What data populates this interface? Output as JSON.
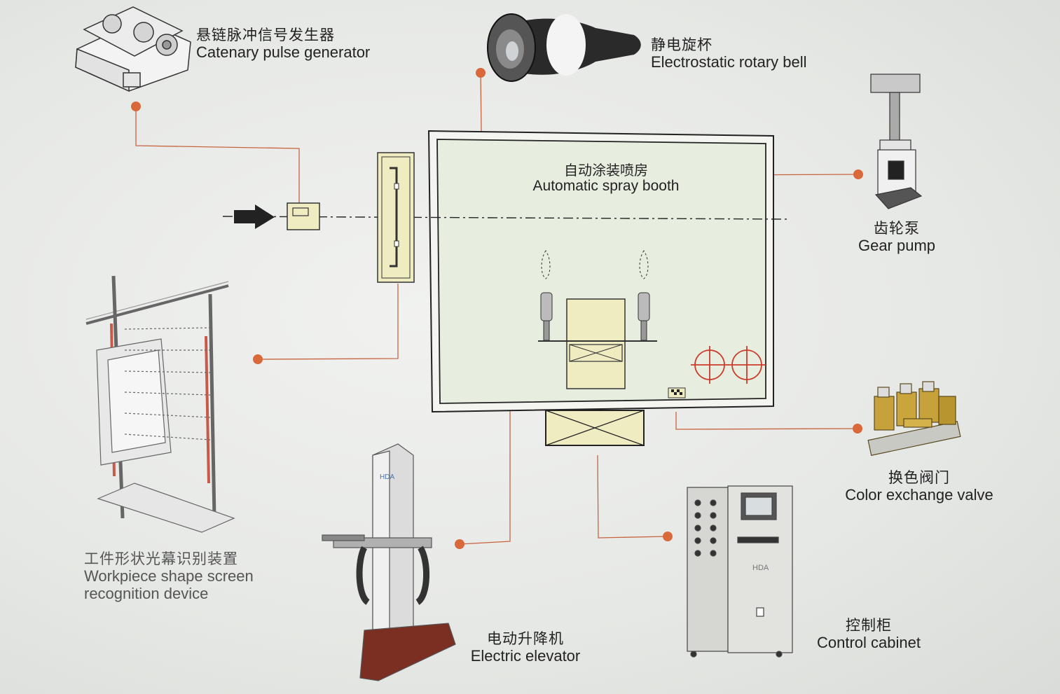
{
  "colors": {
    "booth_fill": "#e7eee0",
    "equipment_fill": "#efecc2",
    "connector": "#c7643f",
    "dot": "#d9693a"
  },
  "booth": {
    "label_zh": "自动涂装喷房",
    "label_en": "Automatic spray booth"
  },
  "components": [
    {
      "id": "catenary",
      "label_zh": "悬链脉冲信号发生器",
      "label_en": "Catenary pulse generator",
      "icon": "pulse-generator-icon"
    },
    {
      "id": "bell",
      "label_zh": "静电旋杯",
      "label_en": "Electrostatic rotary bell",
      "icon": "rotary-bell-icon"
    },
    {
      "id": "gear_pump",
      "label_zh": "齿轮泵",
      "label_en": "Gear pump",
      "icon": "gear-pump-icon"
    },
    {
      "id": "color_valve",
      "label_zh": "换色阀门",
      "label_en": "Color exchange valve",
      "icon": "color-valve-icon"
    },
    {
      "id": "control_cabinet",
      "label_zh": "控制柜",
      "label_en": "Control cabinet",
      "icon": "control-cabinet-icon"
    },
    {
      "id": "elevator",
      "label_zh": "电动升降机",
      "label_en": "Electric elevator",
      "icon": "elevator-icon"
    },
    {
      "id": "light_curtain",
      "label_zh": "工件形状光幕识别装置",
      "label_en_line1": "Workpiece shape screen",
      "label_en_line2": "recognition device",
      "icon": "light-curtain-icon"
    }
  ],
  "brand": "HDA"
}
